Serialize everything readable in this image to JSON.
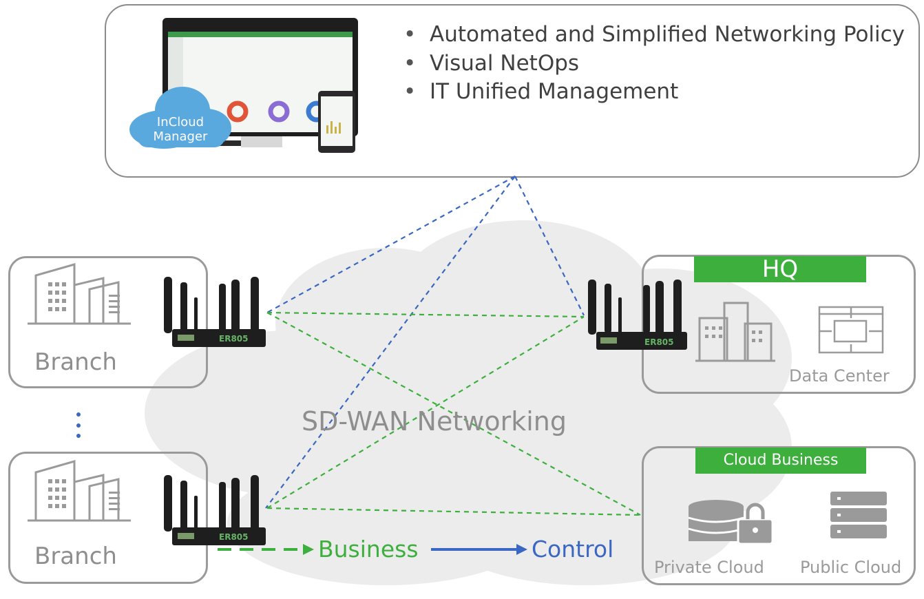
{
  "manager": {
    "cloud_label": "InCloud\nManager",
    "bullets": [
      "Automated and Simplified Networking Policy",
      "Visual NetOps",
      "IT Unified Management"
    ]
  },
  "branches": [
    {
      "label": "Branch"
    },
    {
      "label": "Branch"
    }
  ],
  "router_model": "ER805",
  "hq": {
    "title": "HQ",
    "data_center": "Data Center"
  },
  "cloud_business": {
    "title": "Cloud Business",
    "private": "Private Cloud",
    "public": "Public Cloud"
  },
  "center_label": "SD-WAN Networking",
  "legend": {
    "business": "Business",
    "control": "Control"
  },
  "colors": {
    "business": "#3daf3d",
    "control": "#3a66c4",
    "bar": "#3daf3d",
    "cloud_bg": "#ececec"
  }
}
